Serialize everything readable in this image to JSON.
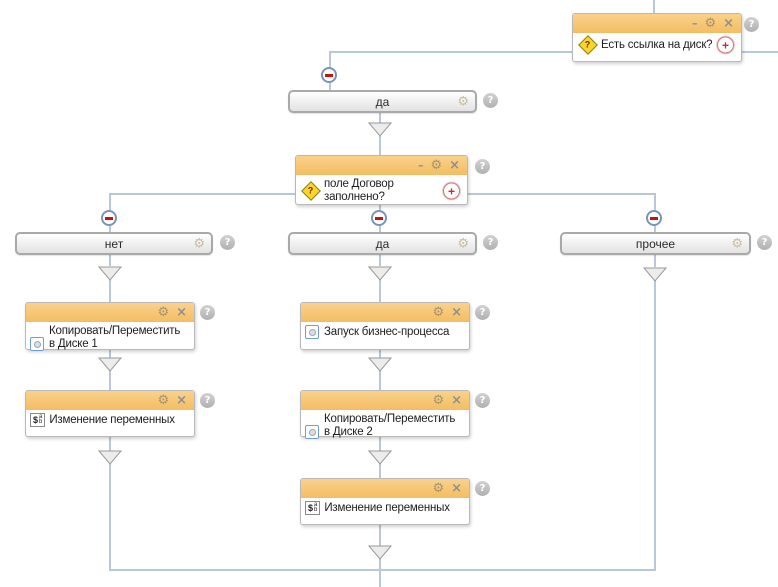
{
  "colors": {
    "connector": "#b9c7da",
    "header-top": "#f9d28c",
    "header-bottom": "#f3bd62",
    "minus": "#cc0f0f",
    "plus": "#c03030"
  },
  "icons": {
    "minimize": "–",
    "settings": "⚙",
    "close": "×",
    "help": "?",
    "add": "+",
    "condition_glyph": "?",
    "var_dollar": "$",
    "var_a": "a",
    "var_b": "b"
  },
  "diagram": {
    "conditions": [
      {
        "title": "Есть ссылка на диск?"
      },
      {
        "title": "поле Договор заполнено?"
      }
    ],
    "branches": [
      {
        "label": "да"
      },
      {
        "label": "нет"
      },
      {
        "label": "да"
      },
      {
        "label": "прочее"
      }
    ],
    "activities": [
      {
        "title": "Копировать/Переместить в Диске 1"
      },
      {
        "title": "Изменение переменных"
      },
      {
        "title": "Запуск бизнес-процесса"
      },
      {
        "title": "Копировать/Переместить в Диске 2"
      },
      {
        "title": "Изменение переменных"
      }
    ]
  }
}
